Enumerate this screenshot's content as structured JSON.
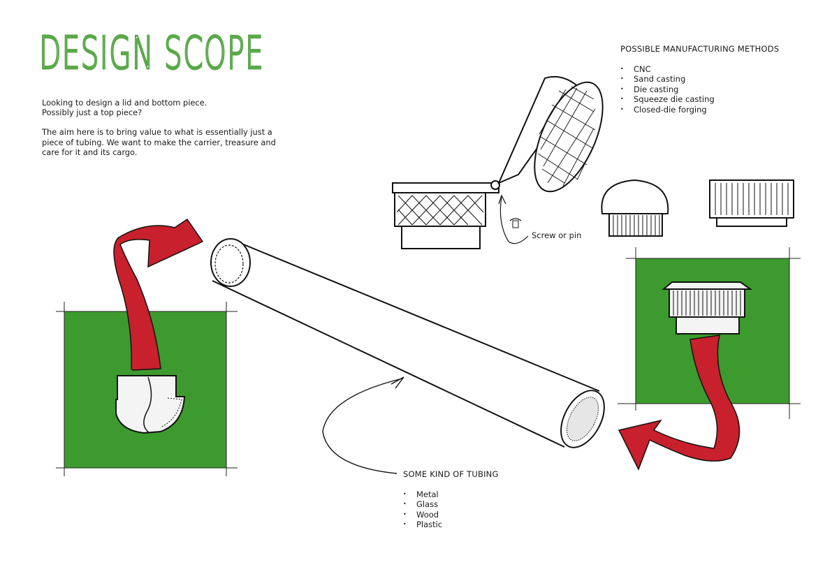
{
  "title": "DESIGN SCOPE",
  "intro": {
    "line1": "Looking to design a lid and bottom piece.",
    "line2": "Possibly just a top piece?",
    "line3": "The aim here is to bring value to what is essentially just a piece of tubing. We want to make the carrier, treasure and care for it and its cargo."
  },
  "manufacturing": {
    "heading": "POSSIBLE MANUFACTURING METHODS",
    "items": [
      "CNC",
      "Sand casting",
      "Die casting",
      "Squeeze die casting",
      "Closed-die forging"
    ]
  },
  "tubing": {
    "heading": "SOME KIND OF TUBING",
    "items": [
      "Metal",
      "Glass",
      "Wood",
      "Plastic"
    ]
  },
  "annotation": {
    "screw": "Screw or pin"
  },
  "colors": {
    "title_green": "#5aa84a",
    "panel_green": "#3d9a2e",
    "arrow_red": "#c8202c",
    "ink": "#1a1a1a"
  }
}
